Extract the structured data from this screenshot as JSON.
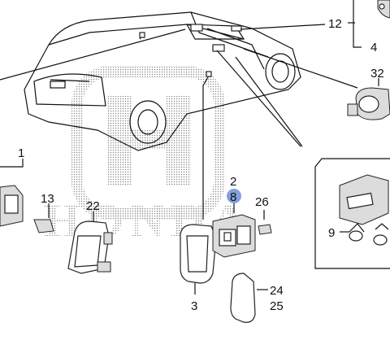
{
  "diagram": {
    "watermark": {
      "text": "HONDA"
    },
    "colors": {
      "line": "#111111",
      "highlight": "#6f8fd6",
      "watermark_dots": "#8a8a8a"
    },
    "callouts": [
      {
        "id": "12",
        "text": "12"
      },
      {
        "id": "4",
        "text": "4"
      },
      {
        "id": "32",
        "text": "32"
      },
      {
        "id": "1",
        "text": "1"
      },
      {
        "id": "13",
        "text": "13"
      },
      {
        "id": "22",
        "text": "22"
      },
      {
        "id": "2",
        "text": "2"
      },
      {
        "id": "8",
        "text": "8",
        "highlighted": true
      },
      {
        "id": "26",
        "text": "26"
      },
      {
        "id": "9",
        "text": "9"
      },
      {
        "id": "3",
        "text": "3"
      },
      {
        "id": "24",
        "text": "24"
      },
      {
        "id": "25",
        "text": "25"
      }
    ]
  }
}
